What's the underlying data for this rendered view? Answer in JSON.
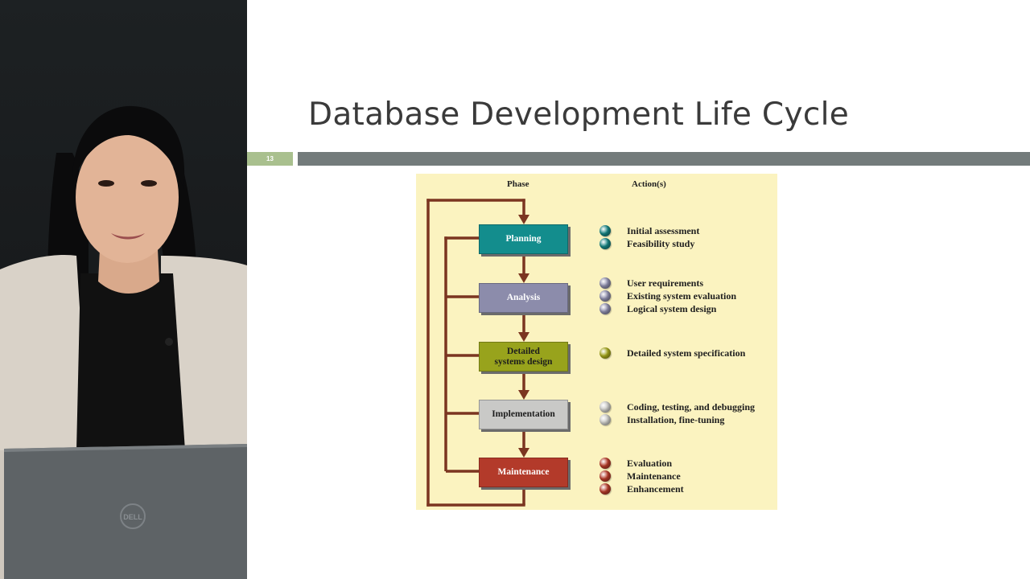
{
  "slide": {
    "title": "Database Development Life Cycle",
    "number": "13"
  },
  "diagram": {
    "headers": {
      "phase": "Phase",
      "actions": "Action(s)"
    },
    "colors": {
      "arrow": "#7b3520",
      "background": "#fbf3c0"
    },
    "phases": [
      {
        "label": "Planning",
        "box_color": "#138d8d",
        "text_color": "#ffffff",
        "dot_color": "#16807f",
        "actions": [
          "Initial assessment",
          "Feasibility study"
        ]
      },
      {
        "label": "Analysis",
        "box_color": "#8c8cab",
        "text_color": "#ffffff",
        "dot_color": "#8a8aa8",
        "actions": [
          "User requirements",
          "Existing system evaluation",
          "Logical system design"
        ]
      },
      {
        "label": "Detailed\nsystems design",
        "box_color": "#98a31c",
        "text_color": "#1d1d1d",
        "dot_color": "#a0a21a",
        "actions": [
          "Detailed system specification"
        ]
      },
      {
        "label": "Implementation",
        "box_color": "#c9c9c7",
        "text_color": "#1d1d1d",
        "dot_color": "#c8c8c4",
        "actions": [
          "Coding, testing, and debugging",
          "Installation, fine-tuning"
        ]
      },
      {
        "label": "Maintenance",
        "box_color": "#b33a2a",
        "text_color": "#ffffff",
        "dot_color": "#b23a28",
        "actions": [
          "Evaluation",
          "Maintenance",
          "Enhancement"
        ]
      }
    ]
  },
  "video": {
    "laptop_brand": "DELL"
  }
}
